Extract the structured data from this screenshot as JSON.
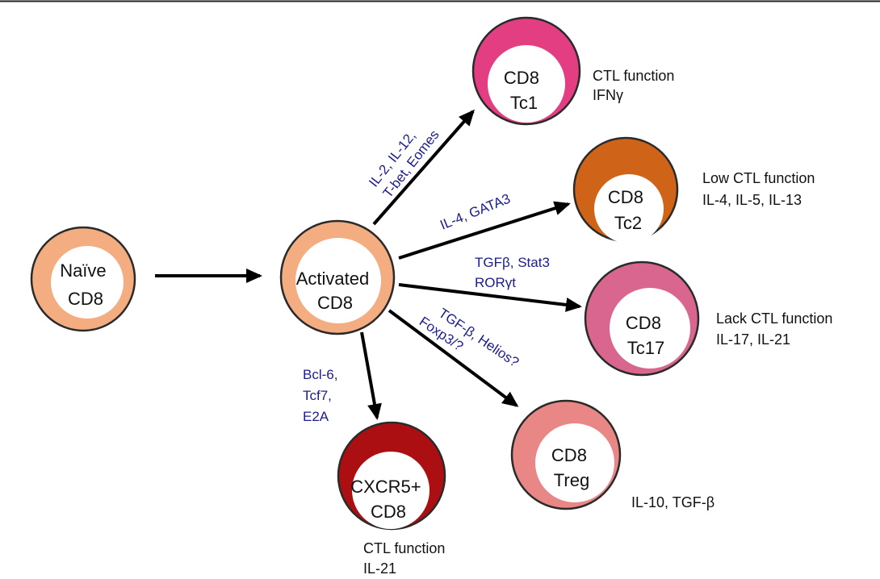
{
  "cells": [
    {
      "id": "naive",
      "lines": [
        "Naïve",
        "CD8"
      ],
      "ring_color": "#f4ad80",
      "inner_color": "#ffffff"
    },
    {
      "id": "activated",
      "lines": [
        "Activated",
        "CD8"
      ],
      "ring_color": "#f4ad80",
      "inner_color": "#ffffff"
    },
    {
      "id": "tc1",
      "lines": [
        "CD8",
        "Tc1"
      ],
      "ring_color": "#e43e83",
      "inner_color": "#ffffff"
    },
    {
      "id": "tc2",
      "lines": [
        "CD8",
        "Tc2"
      ],
      "ring_color": "#cf6419",
      "inner_color": "#ffffff"
    },
    {
      "id": "tc17",
      "lines": [
        "CD8",
        "Tc17"
      ],
      "ring_color": "#d9668f",
      "inner_color": "#ffffff"
    },
    {
      "id": "treg",
      "lines": [
        "CD8",
        "Treg"
      ],
      "ring_color": "#e98686",
      "inner_color": "#ffffff"
    },
    {
      "id": "cxcr5",
      "lines": [
        "CXCR5+",
        "CD8"
      ],
      "ring_color": "#ac0f12",
      "inner_color": "#ffffff"
    }
  ],
  "factors": {
    "tc1": [
      "IL-2, IL-12,",
      "T-bet, Eomes"
    ],
    "tc2": [
      "IL-4, GATA3"
    ],
    "tc17": [
      "TGFβ, Stat3",
      "RORγt"
    ],
    "treg": [
      "TGF-β, Helios?",
      "Foxp3/?"
    ],
    "cxcr5": [
      "Bcl-6,",
      "Tcf7,",
      "E2A"
    ]
  },
  "functions": {
    "tc1": [
      "CTL function",
      "IFNγ"
    ],
    "tc2": [
      "Low CTL function",
      "IL-4, IL-5, IL-13"
    ],
    "tc17": [
      "Lack CTL function",
      "IL-17, IL-21"
    ],
    "treg": [
      "IL-10, TGF-β"
    ],
    "cxcr5": [
      "CTL function",
      "IL-21"
    ]
  },
  "colors": {
    "arrow": "#000000",
    "factor_text": "#1c1c8c",
    "label_text": "#111111",
    "top_rule": "#222222"
  }
}
